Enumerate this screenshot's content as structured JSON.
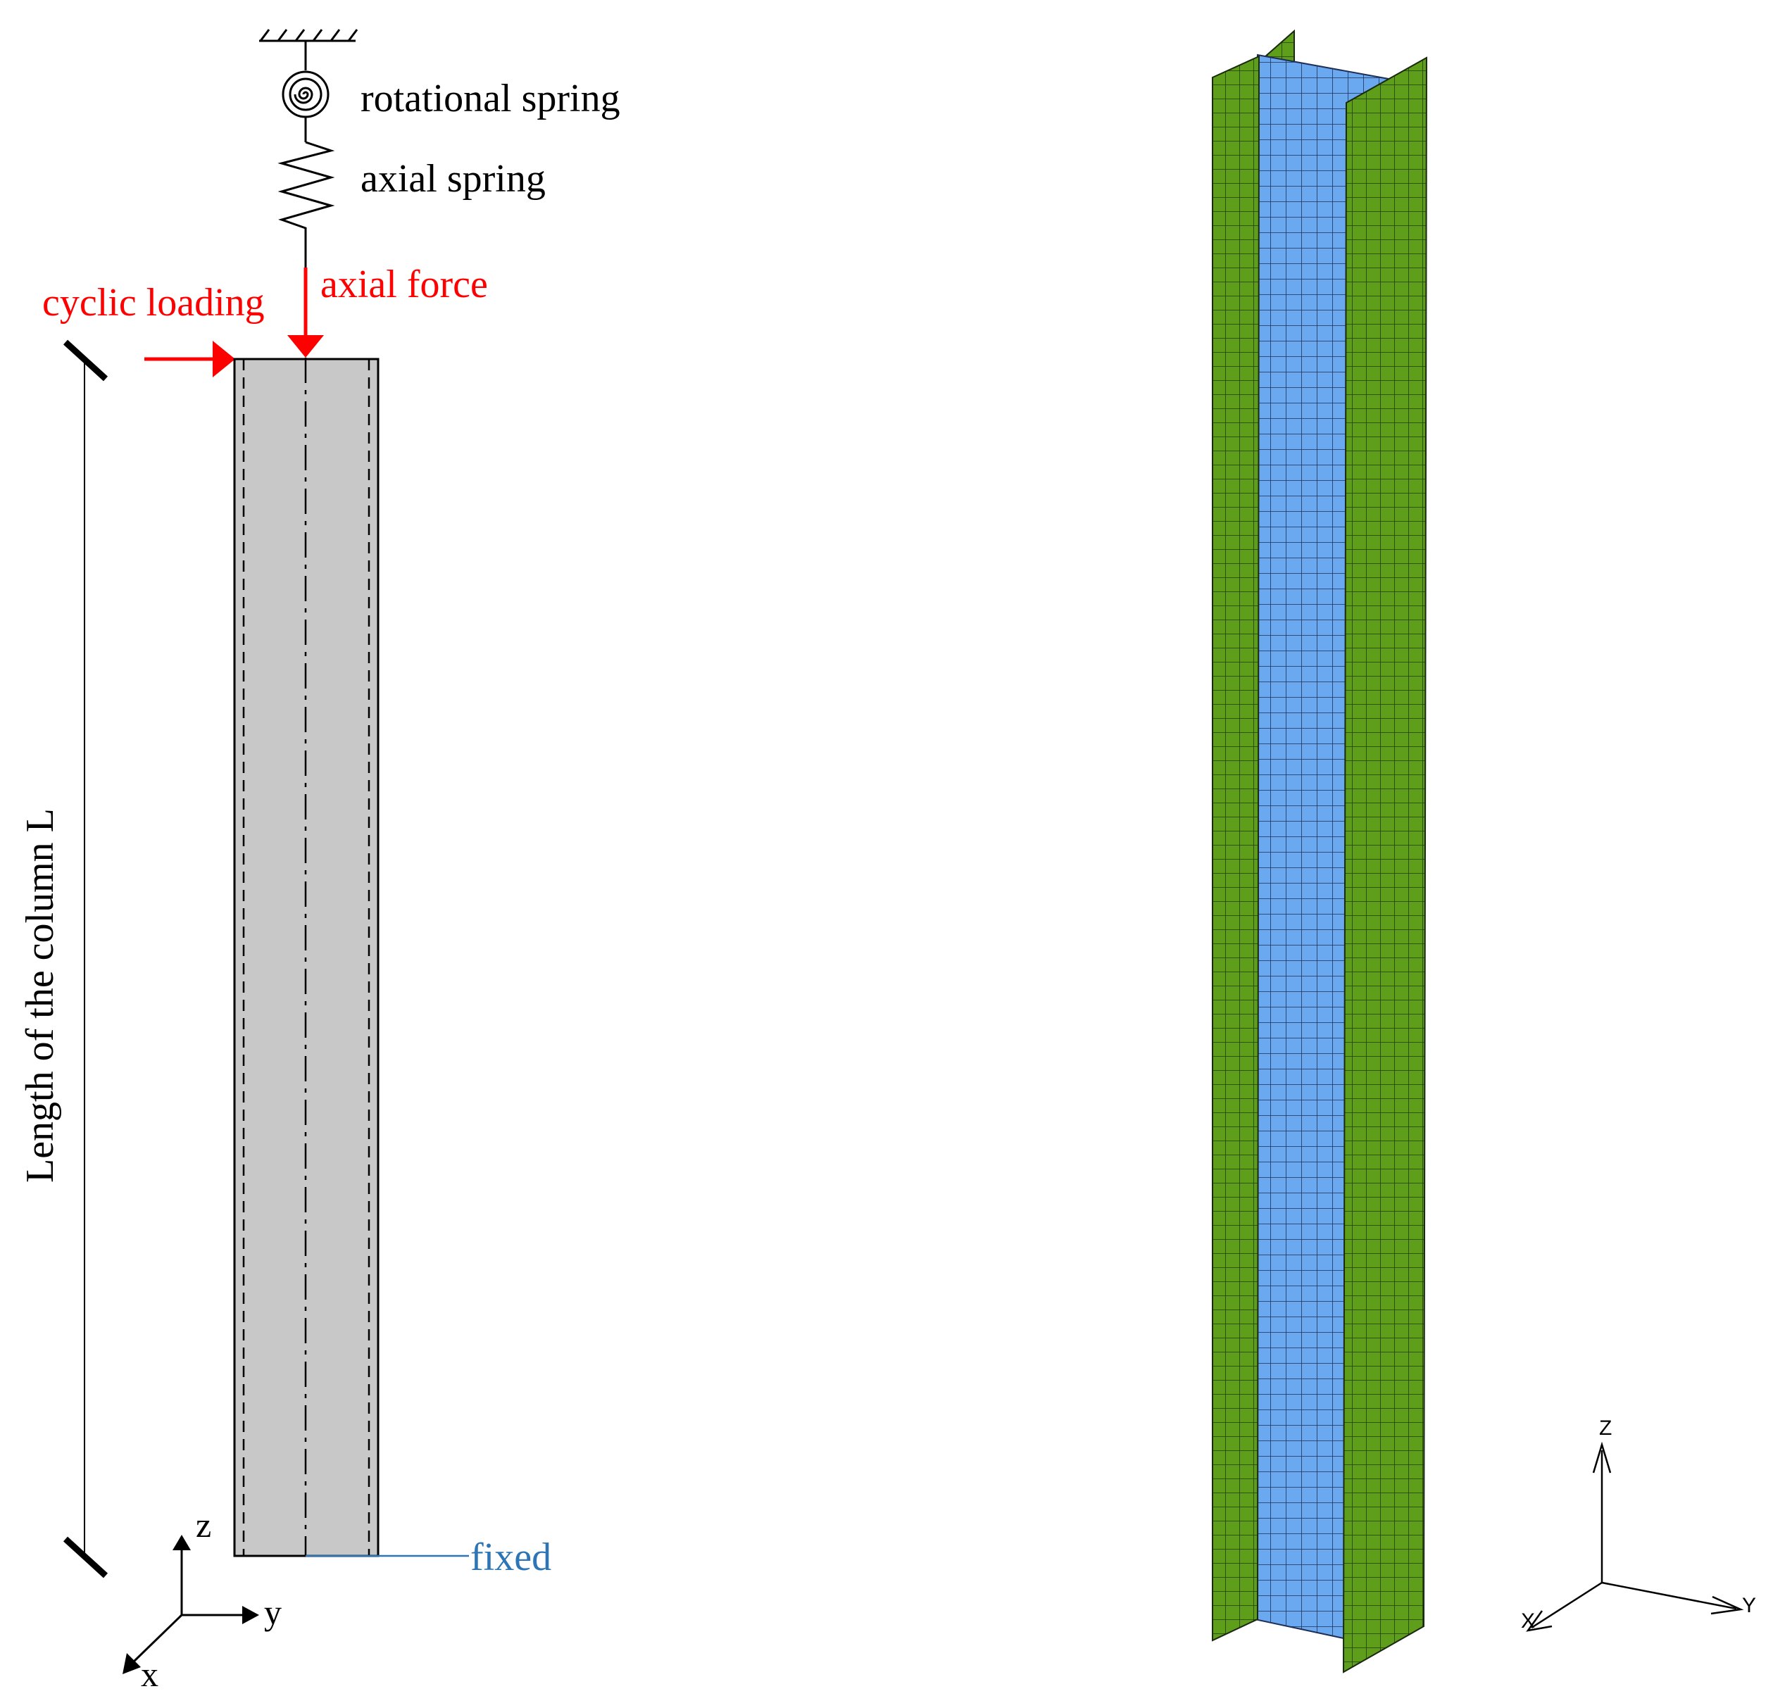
{
  "left_diagram": {
    "rotational_spring_label": "rotational spring",
    "axial_spring_label": "axial spring",
    "axial_force_label": "axial force",
    "cyclic_loading_label": "cyclic loading",
    "length_label": "Length of the column L",
    "fixed_label": "fixed",
    "axis_z": "z",
    "axis_y": "y",
    "axis_x": "x",
    "load_color": "#ff0000",
    "fixed_color": "#2e75b6",
    "column_fill": "#c8c8c8"
  },
  "right_diagram": {
    "flange_color": "#5e9e1a",
    "web_color": "#6aa8f0",
    "mesh_color": "#1a2a10",
    "axis_z": "Z",
    "axis_y": "Y",
    "axis_x": "X"
  }
}
